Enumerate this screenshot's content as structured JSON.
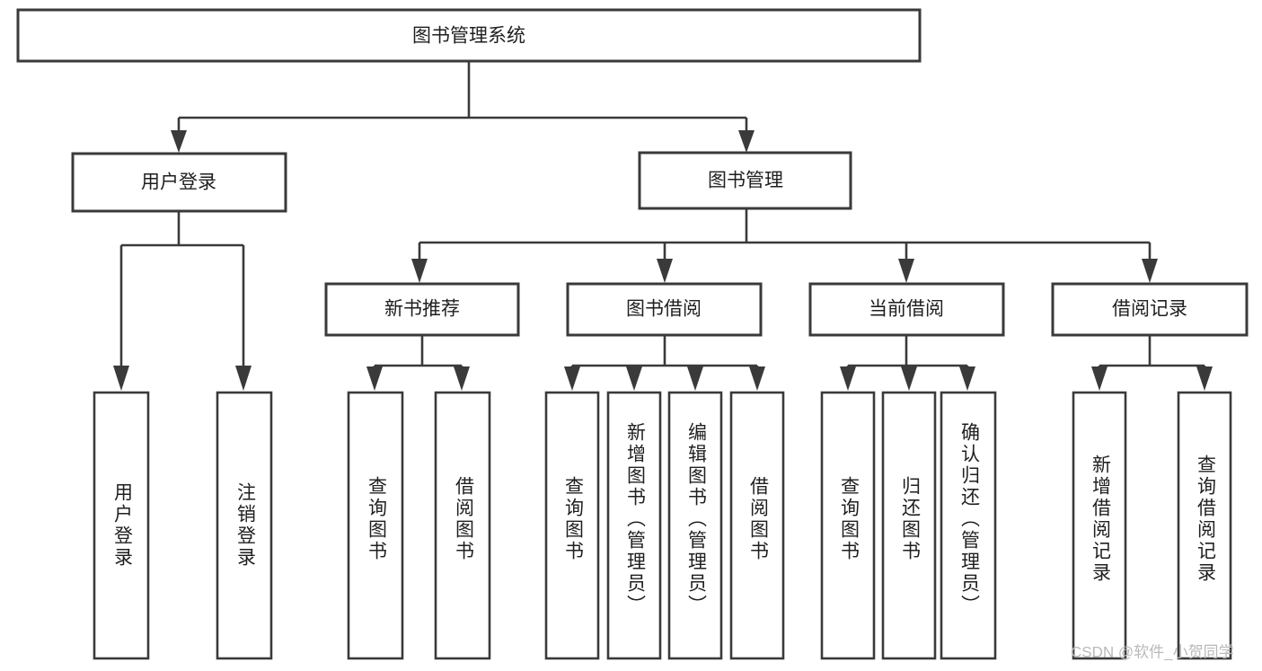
{
  "diagram": {
    "type": "tree-hierarchy",
    "title": "图书管理系统",
    "root": {
      "id": "root",
      "label": "图书管理系统"
    },
    "level1": [
      {
        "id": "user-login",
        "label": "用户登录"
      },
      {
        "id": "book-management",
        "label": "图书管理"
      }
    ],
    "level2": [
      {
        "id": "new-book-recommend",
        "label": "新书推荐",
        "parent": "book-management"
      },
      {
        "id": "book-borrow",
        "label": "图书借阅",
        "parent": "book-management"
      },
      {
        "id": "current-borrow",
        "label": "当前借阅",
        "parent": "book-management"
      },
      {
        "id": "borrow-record",
        "label": "借阅记录",
        "parent": "book-management"
      }
    ],
    "leaves": [
      {
        "id": "leaf-user-login",
        "label": "用户登录",
        "parent": "user-login"
      },
      {
        "id": "leaf-logout-login",
        "label": "注销登录",
        "parent": "user-login"
      },
      {
        "id": "leaf-query-book-1",
        "label": "查询图书",
        "parent": "new-book-recommend"
      },
      {
        "id": "leaf-borrow-book-1",
        "label": "借阅图书",
        "parent": "new-book-recommend"
      },
      {
        "id": "leaf-query-book-2",
        "label": "查询图书",
        "parent": "book-borrow"
      },
      {
        "id": "leaf-add-book",
        "label": "新增图书（管理员）",
        "parent": "book-borrow"
      },
      {
        "id": "leaf-edit-book",
        "label": "编辑图书（管理员）",
        "parent": "book-borrow"
      },
      {
        "id": "leaf-borrow-book-2",
        "label": "借阅图书",
        "parent": "book-borrow"
      },
      {
        "id": "leaf-query-book-3",
        "label": "查询图书",
        "parent": "current-borrow"
      },
      {
        "id": "leaf-return-book",
        "label": "归还图书",
        "parent": "current-borrow"
      },
      {
        "id": "leaf-confirm-return",
        "label": "确认归还（管理员）",
        "parent": "current-borrow"
      },
      {
        "id": "leaf-add-record",
        "label": "新增借阅记录",
        "parent": "borrow-record"
      },
      {
        "id": "leaf-query-record",
        "label": "查询借阅记录",
        "parent": "borrow-record"
      }
    ],
    "colors": {
      "stroke": "#3a3a3a",
      "fill": "#ffffff",
      "text": "#1f1f1f",
      "watermark": "#b9b9b9"
    }
  },
  "watermark": {
    "label": "CSDN @软件_小贺同学"
  }
}
